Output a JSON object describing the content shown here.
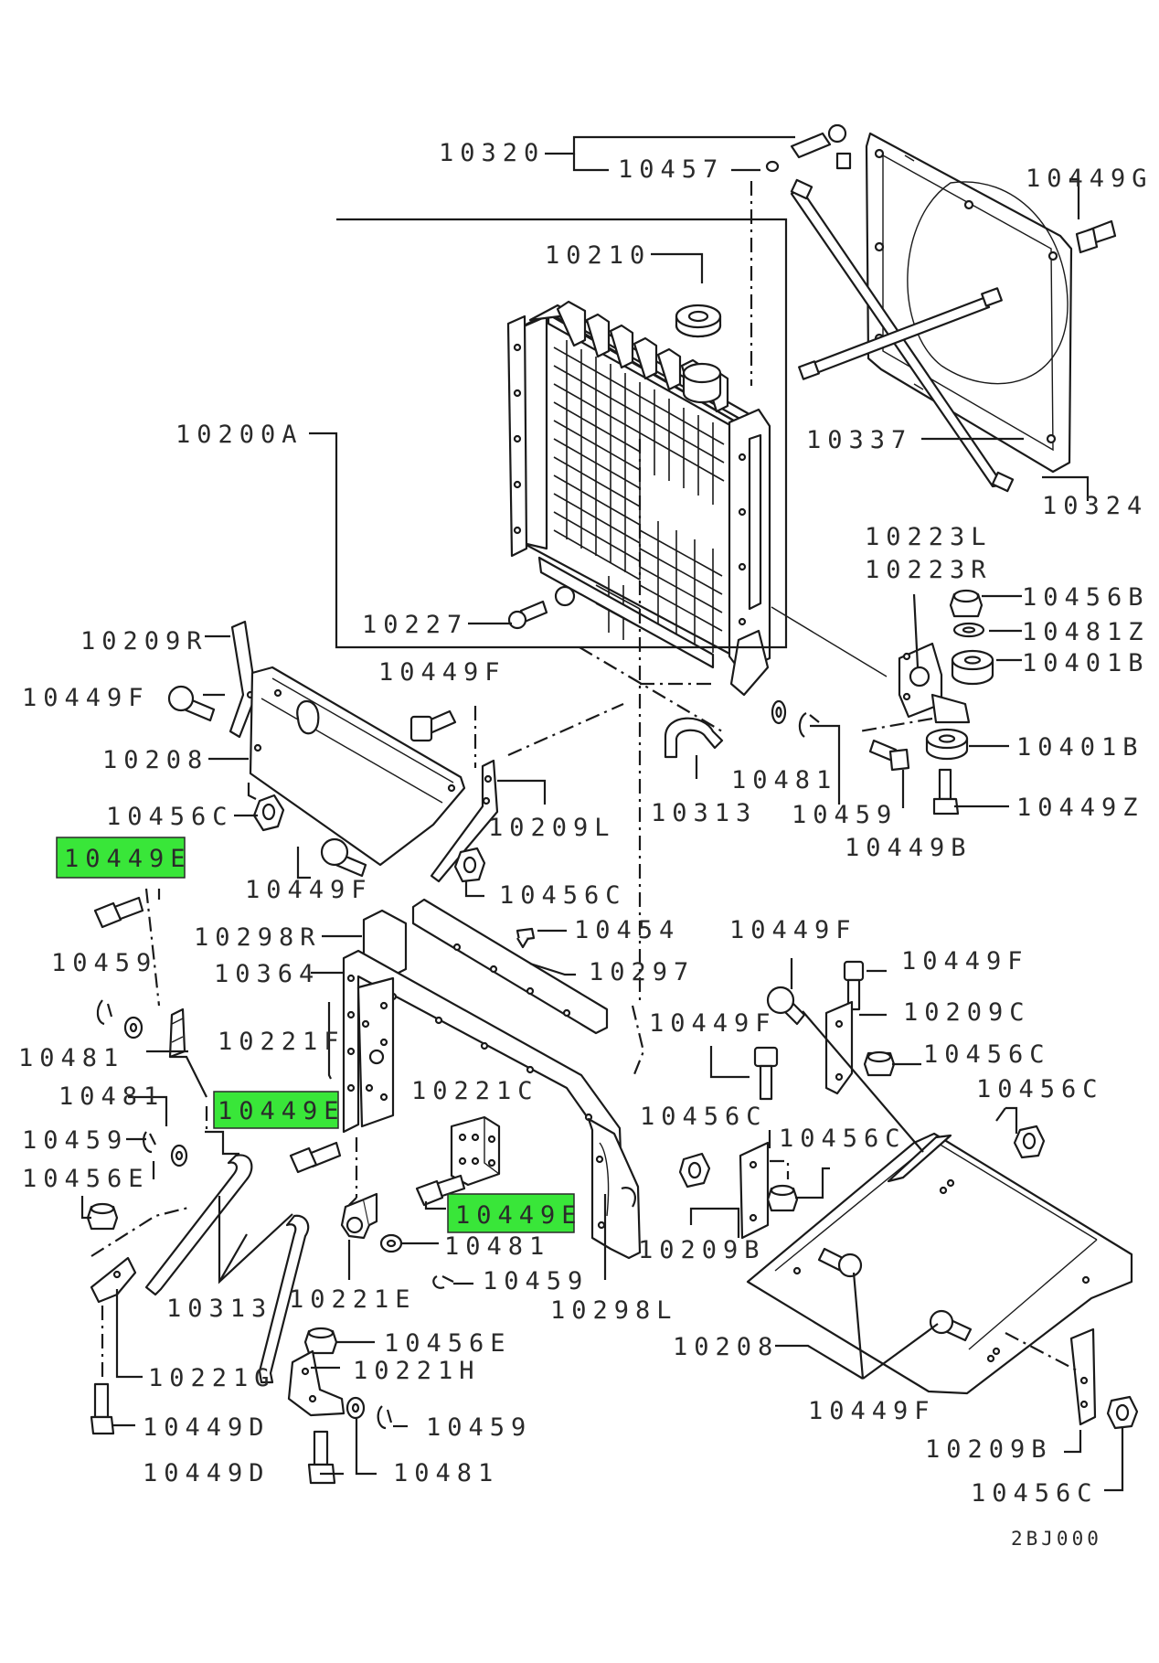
{
  "diagram": {
    "code": "2BJ000",
    "labels": {
      "l10320": "10320",
      "l10457": "10457",
      "l10449G": "10449G",
      "l10210": "10210",
      "l10200A": "10200A",
      "l10337": "10337",
      "l10324": "10324",
      "l10223L": "10223L",
      "l10223R": "10223R",
      "l10456B": "10456B",
      "l10481Z": "10481Z",
      "l10401B_top": "10401B",
      "l10227": "10227",
      "l10209R": "10209R",
      "l10449F_a": "10449F",
      "l10449F_b": "10449F",
      "l10401B_mid": "10401B",
      "l10208_left": "10208",
      "l10481_a": "10481",
      "l10459_a": "10459",
      "l10313_a": "10313",
      "l10449Z": "10449Z",
      "l10456C_a": "10456C",
      "l10209L": "10209L",
      "l10449B": "10449B",
      "l10449E_a": "10449E",
      "l10449F_c": "10449F",
      "l10456C_b": "10456C",
      "l10454": "10454",
      "l10449F_d": "10449F",
      "l10298R": "10298R",
      "l10297": "10297",
      "l10449F_e": "10449F",
      "l10459_b": "10459",
      "l10364": "10364",
      "l10209C": "10209C",
      "l10449F_f": "10449F",
      "l10456C_c": "10456C",
      "l10481_b": "10481",
      "l10221F": "10221F",
      "l10221C": "10221C",
      "l10456C_d": "10456C",
      "l10481_c": "10481",
      "l10449E_b": "10449E",
      "l10456C_e": "10456C",
      "l10459_c": "10459",
      "l10456C_f": "10456C",
      "l10456E_a": "10456E",
      "l10449E_c": "10449E",
      "l10481_d": "10481",
      "l10209B_a": "10209B",
      "l10459_d": "10459",
      "l10313_b": "10313",
      "l10221E": "10221E",
      "l10298L": "10298L",
      "l10456E_b": "10456E",
      "l10208_right": "10208",
      "l10221G": "10221G",
      "l10221H": "10221H",
      "l10449F_g": "10449F",
      "l10449D_a": "10449D",
      "l10459_e": "10459",
      "l10209B_b": "10209B",
      "l10449D_b": "10449D",
      "l10481_e": "10481",
      "l10456C_g": "10456C"
    }
  },
  "colors": {
    "highlight": "#39e639",
    "ink": "#1a1a1a",
    "text": "#2a2a2a",
    "background": "#ffffff"
  }
}
